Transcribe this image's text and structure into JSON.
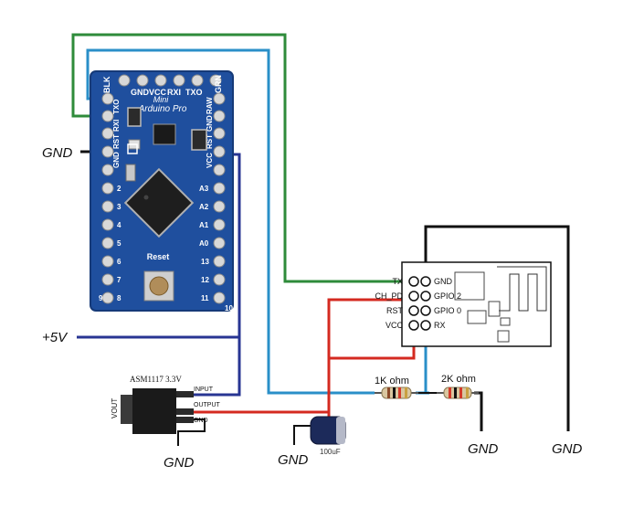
{
  "labels": {
    "gnd_left": "GND",
    "plus5v": "+5V",
    "gnd_regulator": "GND",
    "gnd_capacitor": "GND",
    "gnd_resistor": "GND",
    "gnd_right": "GND",
    "res_1k": "1K ohm",
    "res_2k": "2K ohm",
    "cap_value": "100uF"
  },
  "arduino": {
    "brand_line1": "Mini",
    "brand_line2": "Arduino Pro",
    "top_pins": [
      "BLK",
      "GND",
      "VCC",
      "RXI",
      "TXO",
      "GRN"
    ],
    "side_left": [
      "TXO",
      "RXI",
      "RST",
      "GND",
      "2",
      "3",
      "4",
      "5",
      "6",
      "7",
      "8",
      "9"
    ],
    "side_right": [
      "RAW",
      "GND",
      "RST",
      "VCC",
      "A3",
      "A2",
      "A1",
      "A0",
      "13",
      "12",
      "11",
      "10"
    ],
    "reset_label": "Reset"
  },
  "regulator": {
    "title": "ASM1117 3.3V",
    "vout": "VOUT",
    "pins": [
      "INPUT",
      "OUTPUT",
      "GND"
    ]
  },
  "esp": {
    "left_pins": [
      "TX",
      "CH_PD",
      "RST",
      "VCC"
    ],
    "right_pins": [
      "GND",
      "GPIO 2",
      "GPIO 0",
      "RX"
    ]
  },
  "wire_colors": {
    "green": "#2e8b3a",
    "blue": "#2a8fc8",
    "red": "#d42a20",
    "navy": "#283593",
    "black": "#111111",
    "board": "#1f4f9e"
  }
}
